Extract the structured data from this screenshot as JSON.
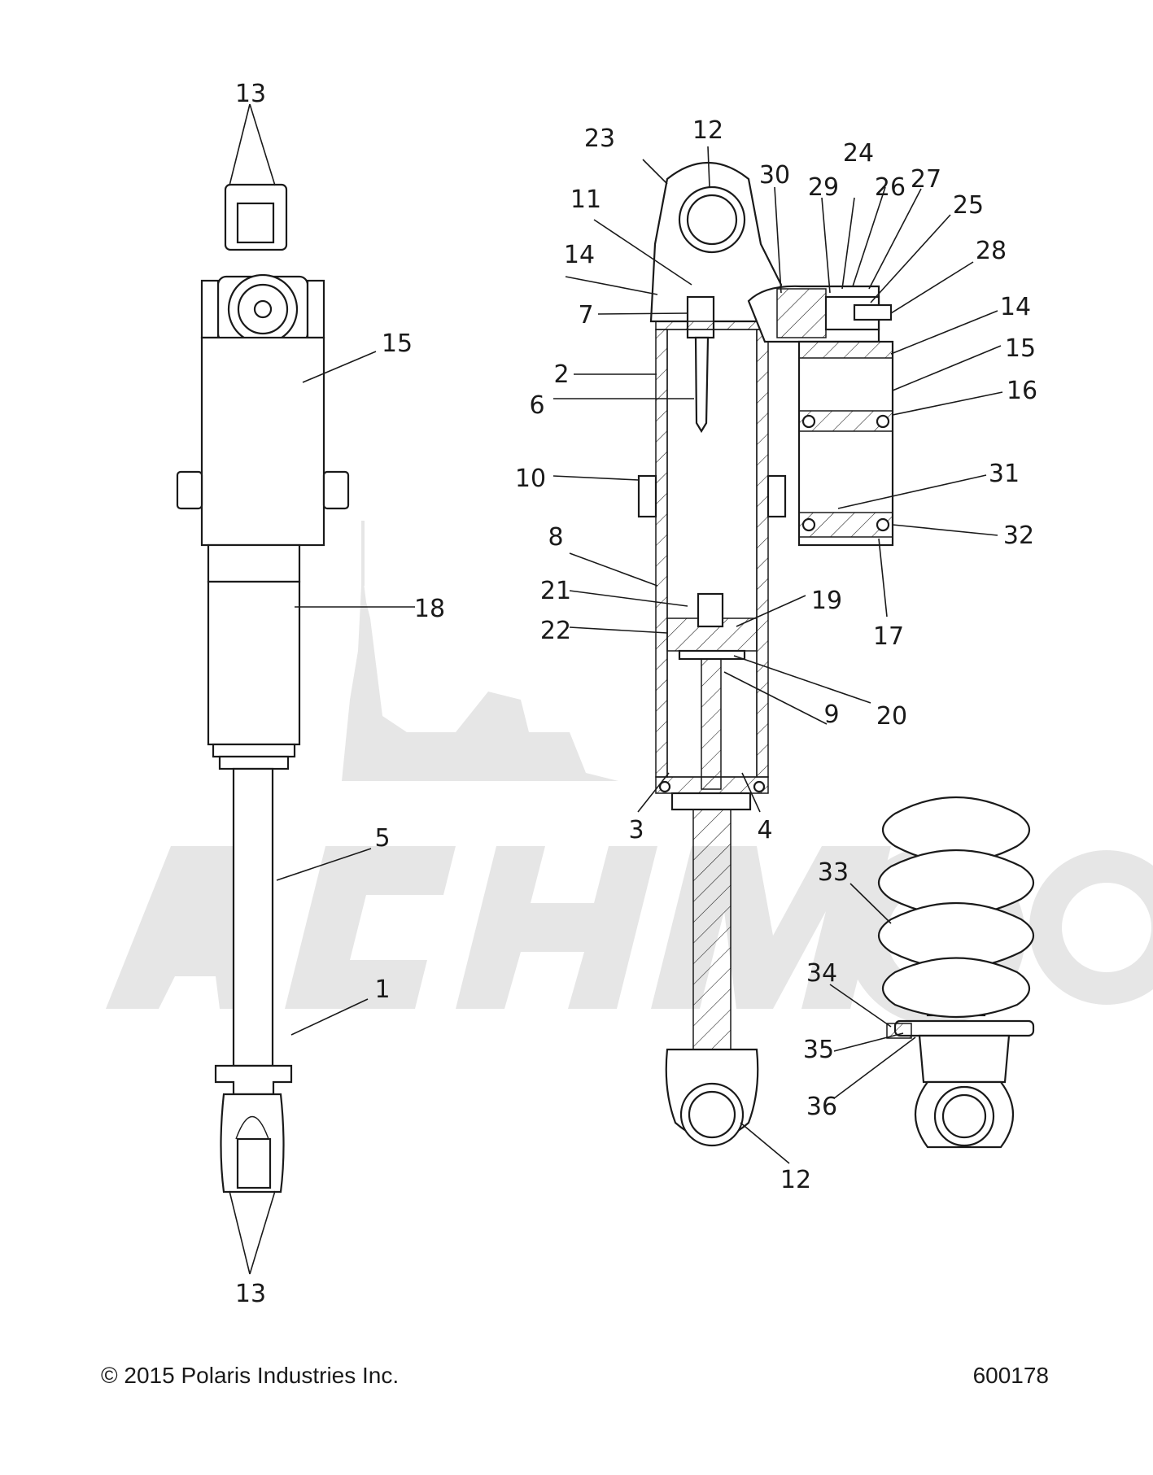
{
  "callouts": {
    "c1": "1",
    "c2": "2",
    "c3": "3",
    "c4": "4",
    "c5": "5",
    "c6": "6",
    "c7": "7",
    "c8": "8",
    "c9": "9",
    "c10": "10",
    "c11": "11",
    "c12a": "12",
    "c12b": "12",
    "c13a": "13",
    "c13b": "13",
    "c14a": "14",
    "c14b": "14",
    "c15a": "15",
    "c15b": "15",
    "c16": "16",
    "c17": "17",
    "c18": "18",
    "c19": "19",
    "c20": "20",
    "c21": "21",
    "c22": "22",
    "c23": "23",
    "c24": "24",
    "c25": "25",
    "c26": "26",
    "c27": "27",
    "c28": "28",
    "c29": "29",
    "c30": "30",
    "c31": "31",
    "c32": "32",
    "c33": "33",
    "c34": "34",
    "c35": "35",
    "c36": "36"
  },
  "watermark": {
    "text": "AchMoto",
    "color": "#e6e6e6"
  },
  "footer": {
    "copyright": "© 2015 Polaris Industries Inc.",
    "drawing_number": "600178"
  }
}
